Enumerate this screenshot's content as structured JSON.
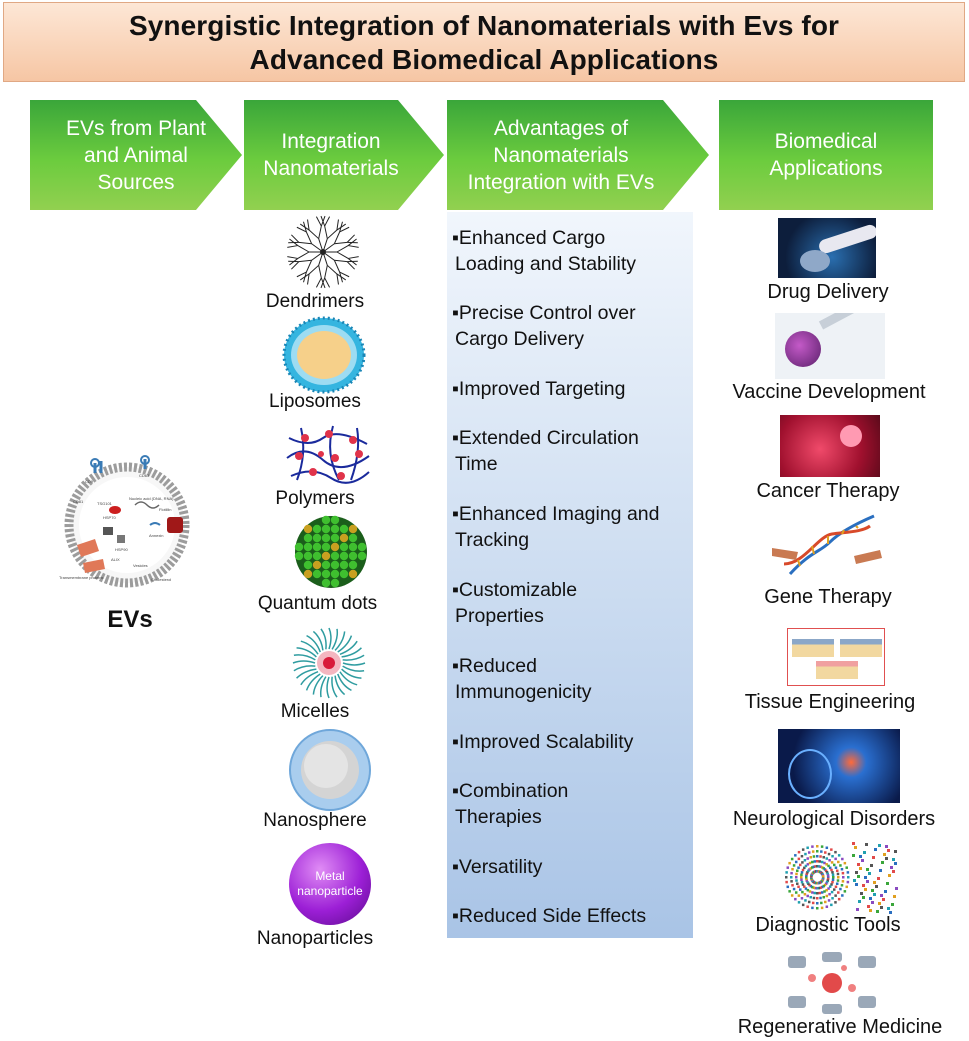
{
  "title": {
    "line1": "Synergistic Integration of Nanomaterials with Evs for",
    "line2": "Advanced Biomedical Applications"
  },
  "headers": [
    {
      "lines": [
        "EVs from Plant",
        "and Animal",
        "Sources"
      ]
    },
    {
      "lines": [
        "Integration",
        "Nanomaterials"
      ]
    },
    {
      "lines": [
        "Advantages of",
        "Nanomaterials",
        "Integration with EVs"
      ]
    },
    {
      "lines": [
        "Biomedical",
        "Applications"
      ]
    }
  ],
  "ev": {
    "label": "EVs",
    "diagram_labels": [
      "CD9",
      "CD63",
      "CD81",
      "TSG101",
      "Nucleic acid (DNA, RNA)",
      "HSP70",
      "HSP90",
      "Flotillin",
      "ALIX",
      "Annexin",
      "Vesicles",
      "Transmembrane proteins",
      "Cholesterol"
    ]
  },
  "nanomaterials": [
    "Dendrimers",
    "Liposomes",
    "Polymers",
    "Quantum dots",
    "Micelles",
    "Nanosphere",
    "Nanoparticles"
  ],
  "metal_np_text": [
    "Metal",
    "nanoparticle"
  ],
  "advantages": [
    [
      "▪Enhanced Cargo",
      "Loading and Stability"
    ],
    [
      "▪Precise Control over",
      "Cargo Delivery"
    ],
    [
      "▪Improved Targeting"
    ],
    [
      "▪Extended Circulation",
      "Time"
    ],
    [
      "▪Enhanced Imaging and",
      "Tracking"
    ],
    [
      "▪Customizable",
      "Properties"
    ],
    [
      "▪Reduced",
      "Immunogenicity"
    ],
    [
      "▪Improved Scalability"
    ],
    [
      "▪Combination",
      "Therapies"
    ],
    [
      "▪Versatility"
    ],
    [
      "▪Reduced Side Effects"
    ]
  ],
  "applications": [
    "Drug Delivery",
    "Vaccine Development",
    "Cancer Therapy",
    "Gene Therapy",
    "Tissue Engineering",
    "Neurological Disorders",
    "Diagnostic Tools",
    "Regenerative Medicine"
  ],
  "colors": {
    "banner": "#f6c6a4",
    "chevron": "#4caf3a",
    "panel": "#a9c4e6"
  }
}
